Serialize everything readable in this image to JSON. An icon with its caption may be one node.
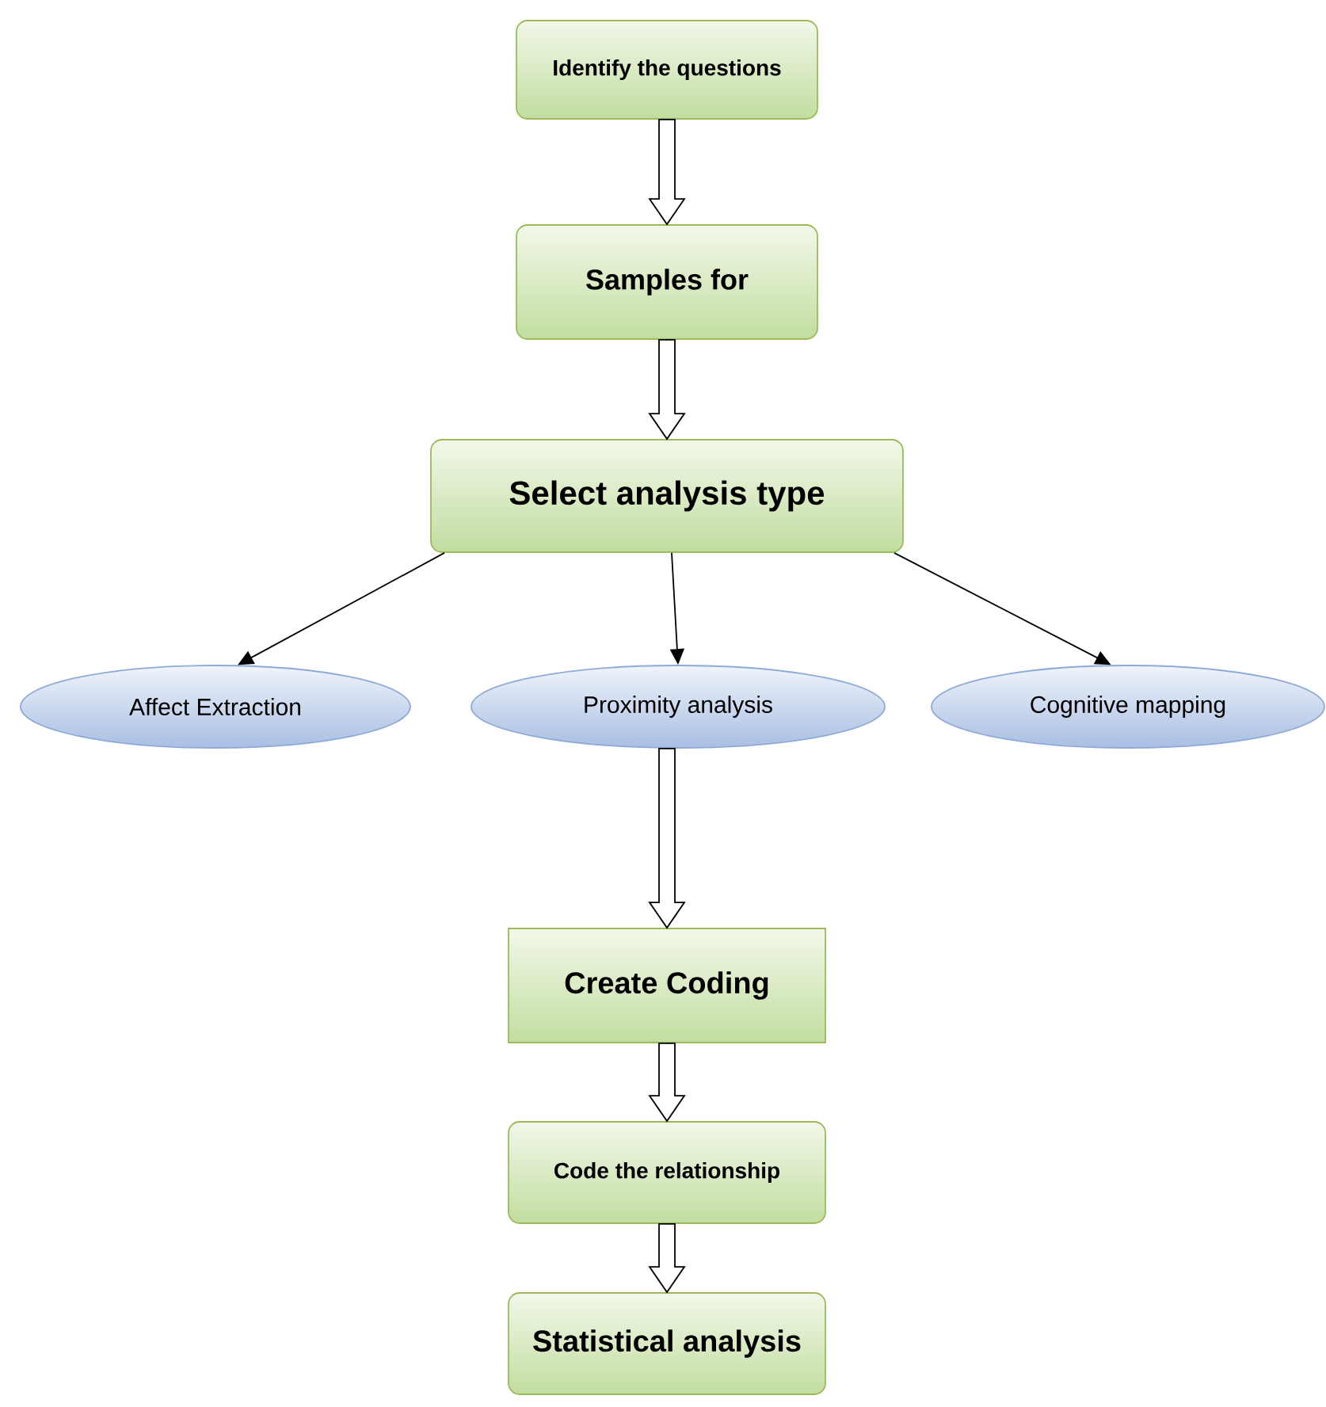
{
  "diagram": {
    "nodes": [
      {
        "text": [
          "Identify the questions"
        ]
      },
      {
        "text": [
          "Samples for"
        ]
      },
      {
        "text": [
          "Select analysis type"
        ]
      },
      {
        "text": [
          "Affect Extraction"
        ]
      },
      {
        "text": [
          "Proximity analysis"
        ]
      },
      {
        "text": [
          "Cognitive mapping"
        ]
      },
      {
        "text": [
          "Create Coding"
        ]
      },
      {
        "text": [
          "Code the relationship"
        ]
      },
      {
        "text": [
          "Statistical analysis"
        ]
      }
    ],
    "edges": [
      {
        "from": 0,
        "to": 1,
        "arrow": "to",
        "style": "thick"
      },
      {
        "from": 1,
        "to": 2,
        "arrow": "to",
        "style": "thick"
      },
      {
        "from": 2,
        "to": 3,
        "arrow": "to"
      },
      {
        "from": 2,
        "to": 4,
        "arrow": "to"
      },
      {
        "from": 2,
        "to": 5,
        "arrow": "to"
      },
      {
        "from": 4,
        "to": 6,
        "arrow": "to",
        "style": "thick"
      },
      {
        "from": 6,
        "to": 7,
        "arrow": "to",
        "style": "thick"
      },
      {
        "from": 7,
        "to": 8,
        "arrow": "to",
        "style": "thick"
      }
    ]
  }
}
